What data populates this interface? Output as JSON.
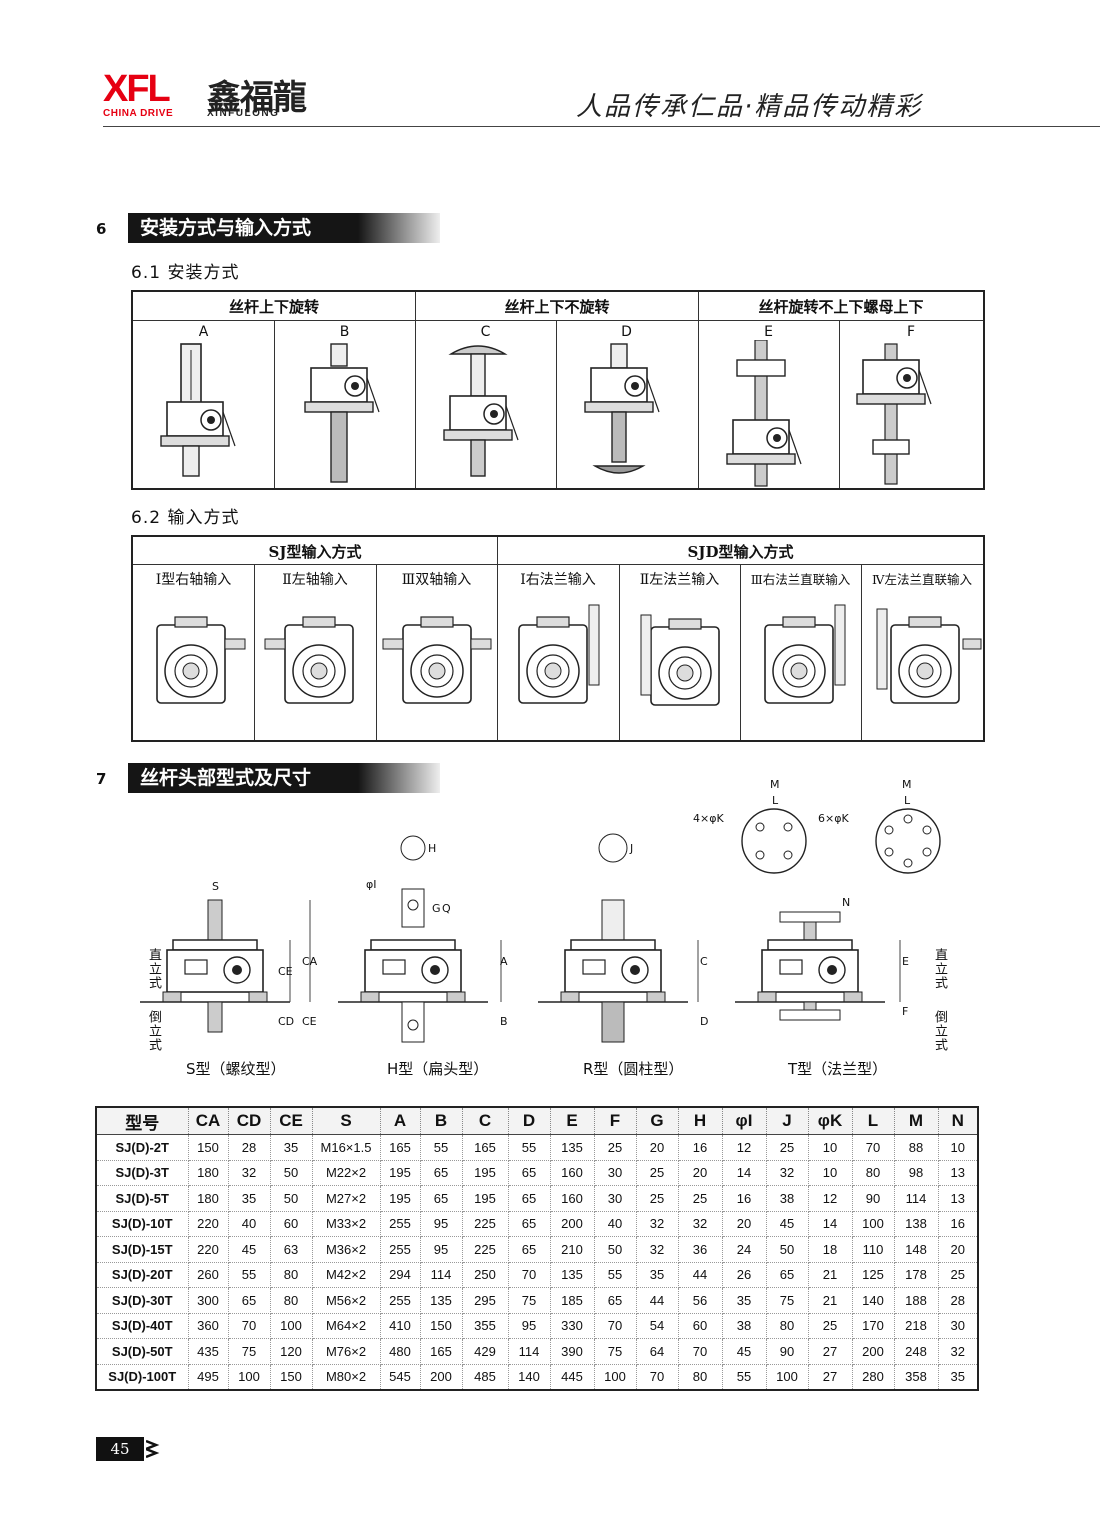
{
  "header": {
    "logo_latin": "XFL",
    "logo_cn": "鑫福龍",
    "logo_sub_left": "CHINA DRIVE",
    "logo_sub_right": "XINFULONG",
    "slogan": "人品传承仁品·精品传动精彩"
  },
  "section6": {
    "num": "6",
    "title": "安装方式与输入方式 >>>>>",
    "sub1": "6.1 安装方式",
    "mount_groups": [
      "丝杆上下旋转",
      "丝杆上下不旋转",
      "丝杆旋转不上下螺母上下"
    ],
    "mount_letters": [
      "A",
      "B",
      "C",
      "D",
      "E",
      "F"
    ],
    "sub2": "6.2 输入方式",
    "input_groups": [
      "SJ型输入方式",
      "SJD型输入方式"
    ],
    "input_labels": [
      "Ⅰ型右轴输入",
      "Ⅱ左轴输入",
      "Ⅲ双轴输入",
      "Ⅰ右法兰输入",
      "Ⅱ左法兰输入",
      "Ⅲ右法兰直联输入",
      "Ⅳ左法兰直联输入"
    ]
  },
  "section7": {
    "num": "7",
    "title": "丝杆头部型式及尺寸 >>>>>",
    "captions": [
      "S型（螺纹型）",
      "H型（扁头型）",
      "R型（圆柱型）",
      "T型（法兰型）"
    ],
    "side_labels": {
      "upright": "直立式",
      "inverted": "倒立式"
    },
    "dim_labels": {
      "S": "S",
      "CA": "CA",
      "CE": "CE",
      "CD": "CD",
      "CE2": "CE",
      "phiI": "φI",
      "G": "G",
      "Q": "Q",
      "H": "H",
      "A": "A",
      "B": "B",
      "J": "J",
      "C": "C",
      "D": "D",
      "N": "N",
      "E": "E",
      "F": "F",
      "M1": "M",
      "L1": "L",
      "M2": "M",
      "L2": "L",
      "K4": "4×φK",
      "K6": "6×φK"
    }
  },
  "dim_table": {
    "headers": [
      "型号",
      "CA",
      "CD",
      "CE",
      "S",
      "A",
      "B",
      "C",
      "D",
      "E",
      "F",
      "G",
      "H",
      "φI",
      "J",
      "φK",
      "L",
      "M",
      "N"
    ],
    "rows": [
      [
        "SJ(D)-2T",
        "150",
        "28",
        "35",
        "M16×1.5",
        "165",
        "55",
        "165",
        "55",
        "135",
        "25",
        "20",
        "16",
        "12",
        "25",
        "10",
        "70",
        "88",
        "10"
      ],
      [
        "SJ(D)-3T",
        "180",
        "32",
        "50",
        "M22×2",
        "195",
        "65",
        "195",
        "65",
        "160",
        "30",
        "25",
        "20",
        "14",
        "32",
        "10",
        "80",
        "98",
        "13"
      ],
      [
        "SJ(D)-5T",
        "180",
        "35",
        "50",
        "M27×2",
        "195",
        "65",
        "195",
        "65",
        "160",
        "30",
        "25",
        "25",
        "16",
        "38",
        "12",
        "90",
        "114",
        "13"
      ],
      [
        "SJ(D)-10T",
        "220",
        "40",
        "60",
        "M33×2",
        "255",
        "95",
        "225",
        "65",
        "200",
        "40",
        "32",
        "32",
        "20",
        "45",
        "14",
        "100",
        "138",
        "16"
      ],
      [
        "SJ(D)-15T",
        "220",
        "45",
        "63",
        "M36×2",
        "255",
        "95",
        "225",
        "65",
        "210",
        "50",
        "32",
        "36",
        "24",
        "50",
        "18",
        "110",
        "148",
        "20"
      ],
      [
        "SJ(D)-20T",
        "260",
        "55",
        "80",
        "M42×2",
        "294",
        "114",
        "250",
        "70",
        "135",
        "55",
        "35",
        "44",
        "26",
        "65",
        "21",
        "125",
        "178",
        "25"
      ],
      [
        "SJ(D)-30T",
        "300",
        "65",
        "80",
        "M56×2",
        "255",
        "135",
        "295",
        "75",
        "185",
        "65",
        "44",
        "56",
        "35",
        "75",
        "21",
        "140",
        "188",
        "28"
      ],
      [
        "SJ(D)-40T",
        "360",
        "70",
        "100",
        "M64×2",
        "410",
        "150",
        "355",
        "95",
        "330",
        "70",
        "54",
        "60",
        "38",
        "80",
        "25",
        "170",
        "218",
        "30"
      ],
      [
        "SJ(D)-50T",
        "435",
        "75",
        "120",
        "M76×2",
        "480",
        "165",
        "429",
        "114",
        "390",
        "75",
        "64",
        "70",
        "45",
        "90",
        "27",
        "200",
        "248",
        "32"
      ],
      [
        "SJ(D)-100T",
        "495",
        "100",
        "150",
        "M80×2",
        "545",
        "200",
        "485",
        "140",
        "445",
        "100",
        "70",
        "80",
        "55",
        "100",
        "27",
        "280",
        "358",
        "35"
      ]
    ]
  },
  "footer": {
    "page": "45"
  }
}
